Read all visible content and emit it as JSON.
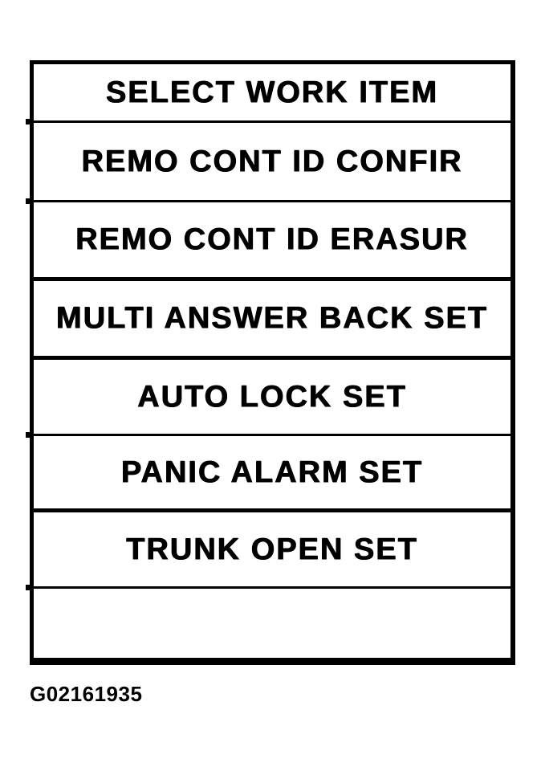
{
  "figure_id": "G02161935",
  "menu": {
    "rows": [
      {
        "label": "SELECT WORK ITEM"
      },
      {
        "label": "REMO CONT ID CONFIR"
      },
      {
        "label": "REMO CONT ID ERASUR"
      },
      {
        "label": "MULTI ANSWER BACK SET"
      },
      {
        "label": "AUTO LOCK SET"
      },
      {
        "label": "PANIC ALARM SET"
      },
      {
        "label": "TRUNK OPEN SET"
      },
      {
        "label": ""
      }
    ]
  },
  "colors": {
    "ink": "#000000",
    "paper": "#ffffff"
  }
}
